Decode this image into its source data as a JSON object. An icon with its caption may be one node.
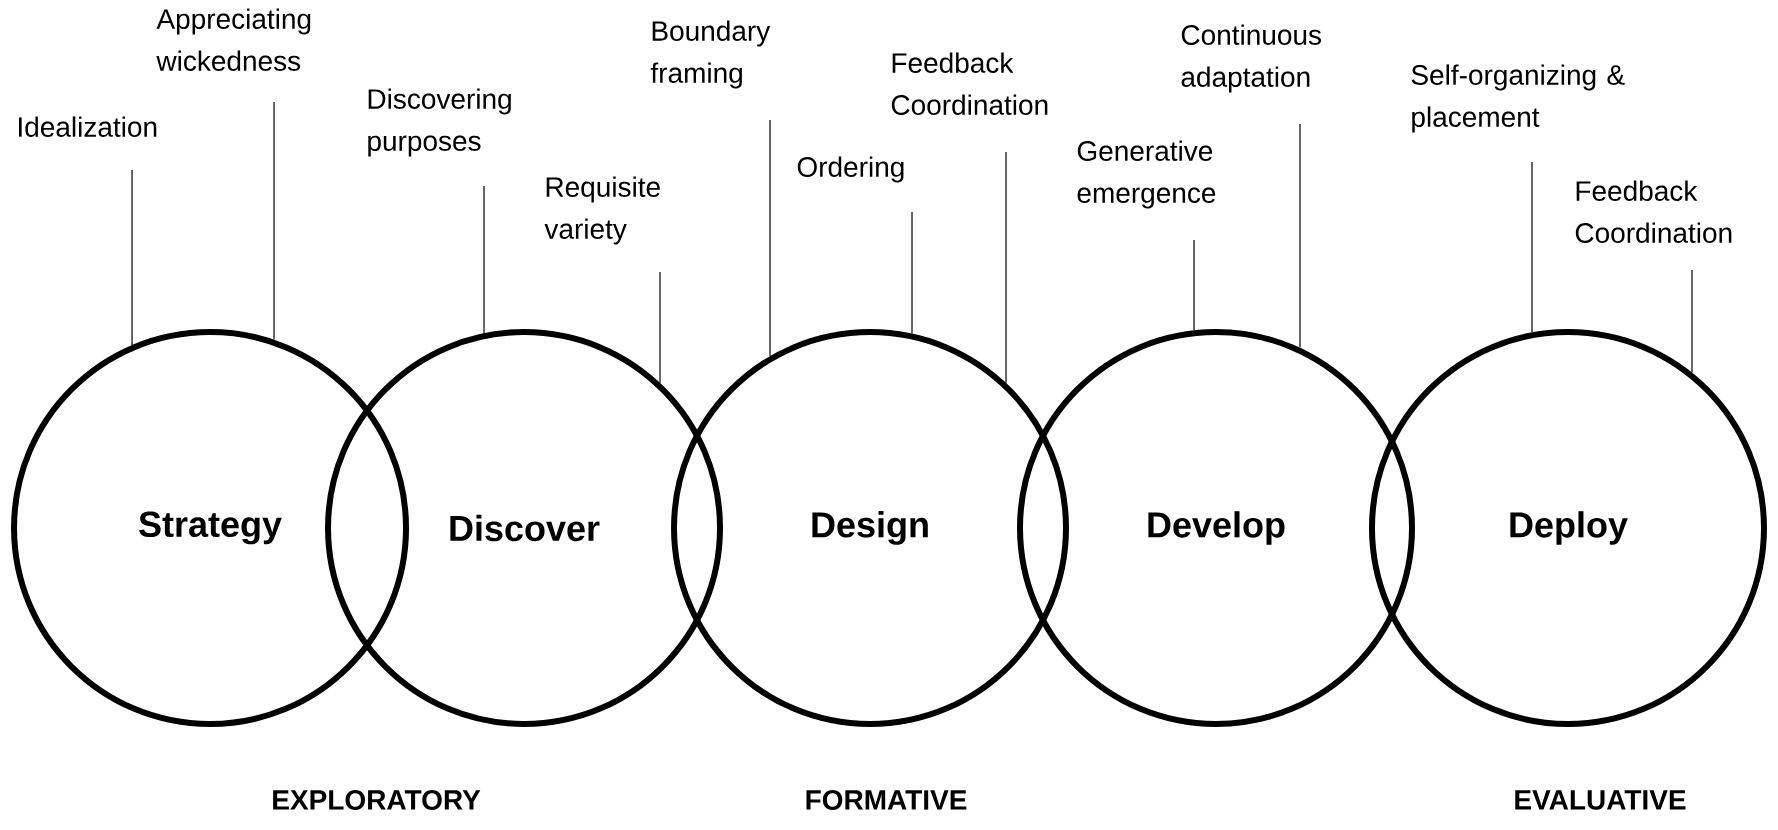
{
  "diagram": {
    "nodes": [
      {
        "text": [
          "Strategy"
        ]
      },
      {
        "text": [
          "Discover"
        ]
      },
      {
        "text": [
          "Design"
        ]
      },
      {
        "text": [
          "Develop"
        ]
      },
      {
        "text": [
          "Deploy"
        ]
      },
      {
        "text": [
          "Idealization"
        ]
      },
      {
        "text": [
          "Appreciating wickedness"
        ]
      },
      {
        "text": [
          "Discovering purposes"
        ]
      },
      {
        "text": [
          "Requisite variety"
        ]
      },
      {
        "text": [
          "Boundary framing"
        ]
      },
      {
        "text": [
          "Ordering"
        ]
      },
      {
        "text": [
          "Feedback Coordination"
        ]
      },
      {
        "text": [
          "Generative emergence"
        ]
      },
      {
        "text": [
          "Continuous adaptation"
        ]
      },
      {
        "text": [
          "Self-organizing & placement"
        ]
      },
      {
        "text": [
          "Feedback Coordination"
        ]
      }
    ],
    "edges": [
      {
        "from": 5,
        "to": 0,
        "arrow": "none"
      },
      {
        "from": 6,
        "to": 0,
        "arrow": "none"
      },
      {
        "from": 7,
        "to": 1,
        "arrow": "none"
      },
      {
        "from": 8,
        "to": 1,
        "arrow": "none"
      },
      {
        "from": 9,
        "to": 2,
        "arrow": "none"
      },
      {
        "from": 10,
        "to": 2,
        "arrow": "none"
      },
      {
        "from": 11,
        "to": 2,
        "arrow": "none"
      },
      {
        "from": 12,
        "to": 3,
        "arrow": "none"
      },
      {
        "from": 13,
        "to": 3,
        "arrow": "none"
      },
      {
        "from": 14,
        "to": 4,
        "arrow": "none"
      },
      {
        "from": 15,
        "to": 4,
        "arrow": "none"
      }
    ],
    "labels": [
      "EXPLORATORY",
      "FORMATIVE",
      "EVALUATIVE"
    ]
  }
}
